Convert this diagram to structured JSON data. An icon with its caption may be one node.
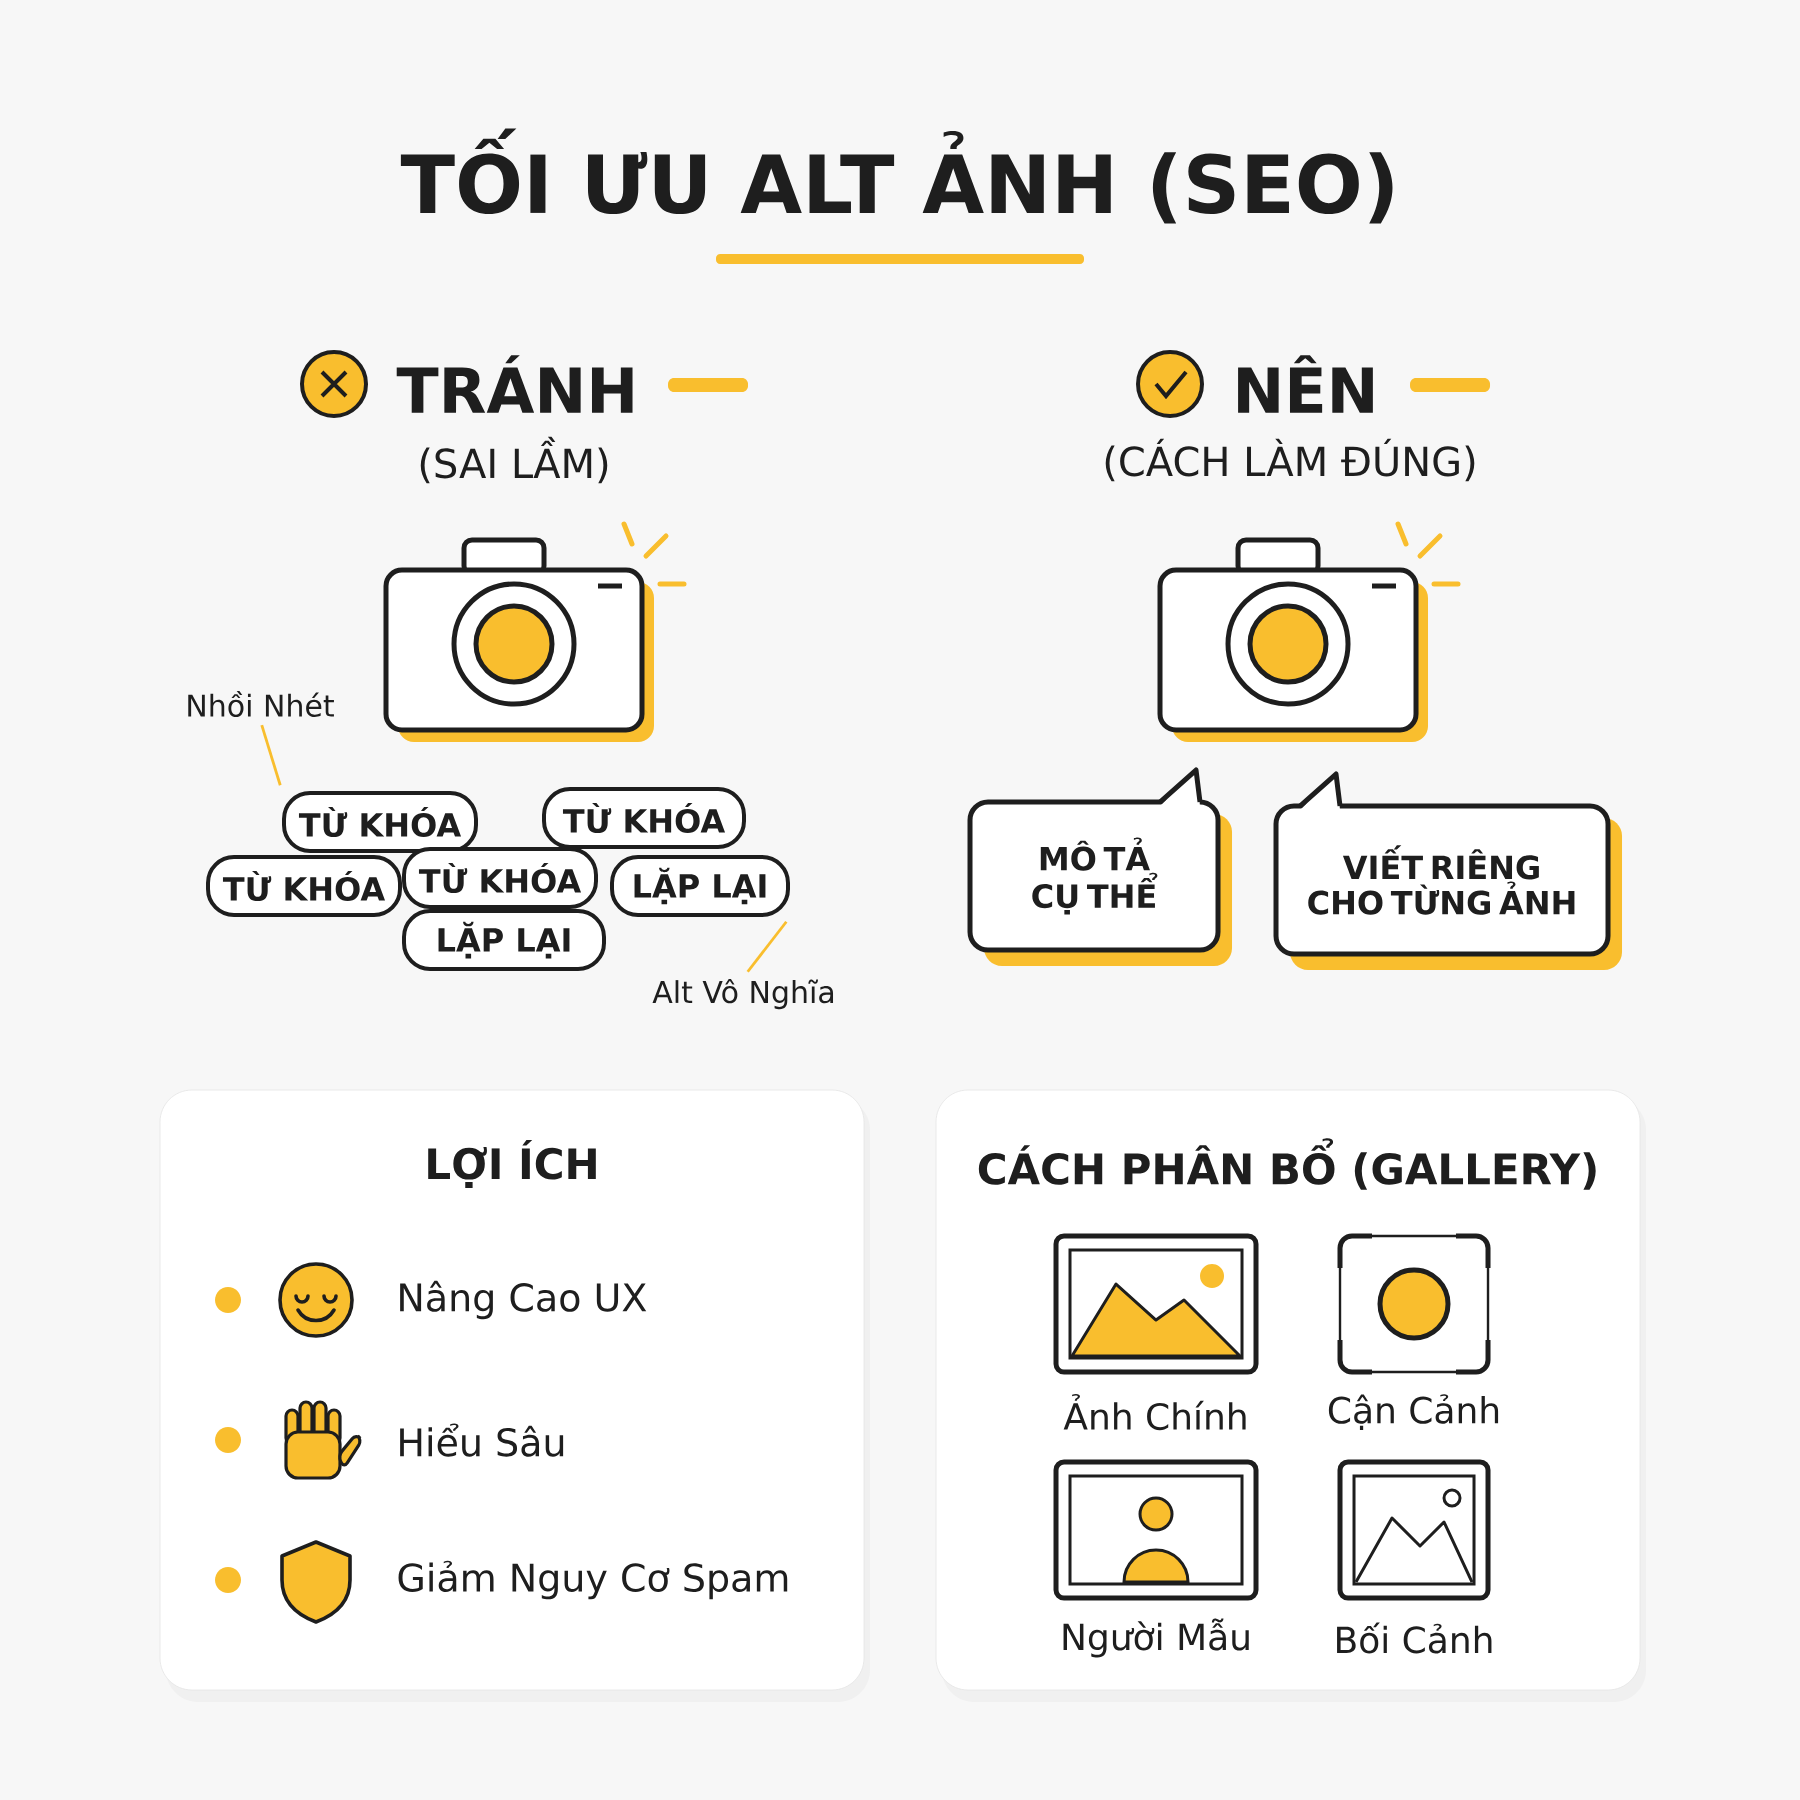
{
  "diagram": {
    "title": "TỐI ƯU ALT ẢNH (SEO)",
    "nodes": [
      {
        "text": [
          "Nhồi Nhét"
        ]
      },
      {
        "text": [
          "TỪ KHÓA"
        ]
      },
      {
        "text": [
          "TỪ KHÓA"
        ]
      },
      {
        "text": [
          "TỪ KHÓA"
        ]
      },
      {
        "text": [
          "TỪ KHÓA"
        ]
      },
      {
        "text": [
          "LẶP LẠI"
        ]
      },
      {
        "text": [
          "LẶP LẠI"
        ]
      },
      {
        "text": [
          "Alt Vô Nghĩa"
        ]
      },
      {
        "text": [
          "MÔ TẢ CỤ THỂ"
        ]
      },
      {
        "text": [
          "VIẾT RIÊNG CHO TỪNG ẢNH"
        ]
      },
      {
        "text": [
          "LỢI ÍCH",
          "Nâng Cao UX",
          "Hiểu Sâu",
          "Giảm Nguy Cơ Spam"
        ]
      },
      {
        "text": [
          "CÁCH PHÂN BỔ (GALLERY)"
        ]
      },
      {
        "text": [],
        "shape": "picture",
        "in": 11,
        "beside": [
          "Ảnh Chính"
        ]
      },
      {
        "text": [],
        "shape": "picture",
        "in": 11,
        "beside": [
          "Cận Cảnh"
        ]
      },
      {
        "text": [],
        "shape": "picture",
        "in": 11,
        "beside": [
          "Người Mẫu"
        ]
      },
      {
        "text": [],
        "shape": "picture",
        "in": 11,
        "beside": [
          "Bối Cảnh"
        ]
      }
    ],
    "edges": [
      {
        "from": 0,
        "to": 1,
        "arrow": "none"
      },
      {
        "from": 7,
        "to": 5,
        "arrow": "none"
      }
    ],
    "labels": [
      "TRÁNH",
      "(SAI LẦM)",
      "NÊN",
      "(CÁCH LÀM ĐÚNG)"
    ]
  }
}
